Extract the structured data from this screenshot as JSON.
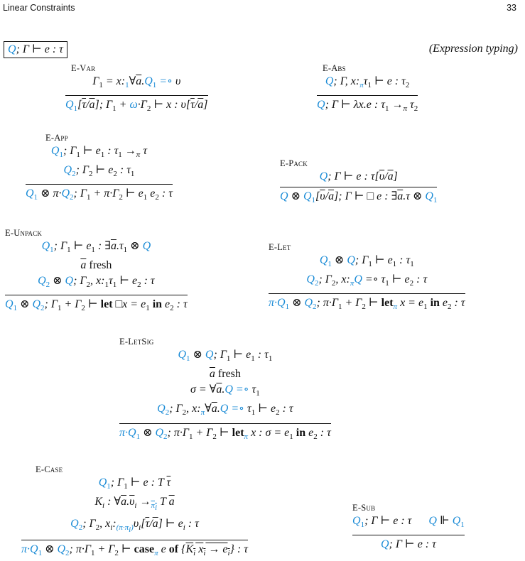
{
  "header": {
    "left": "Linear Constraints",
    "right": "33"
  },
  "judgment": {
    "form": "Q; Γ ⊢ e : τ",
    "label": "(Expression typing)"
  },
  "rules": {
    "evar": {
      "name": "E-Var"
    },
    "eabs": {
      "name": "E-Abs"
    },
    "eapp": {
      "name": "E-App"
    },
    "epack": {
      "name": "E-Pack"
    },
    "eunpack": {
      "name": "E-Unpack"
    },
    "elet": {
      "name": "E-Let"
    },
    "eletsig": {
      "name": "E-LetSig"
    },
    "ecase": {
      "name": "E-Case"
    },
    "esub": {
      "name": "E-Sub"
    }
  },
  "colors": {
    "constraint": "#1a8bd6",
    "text": "#111111"
  }
}
